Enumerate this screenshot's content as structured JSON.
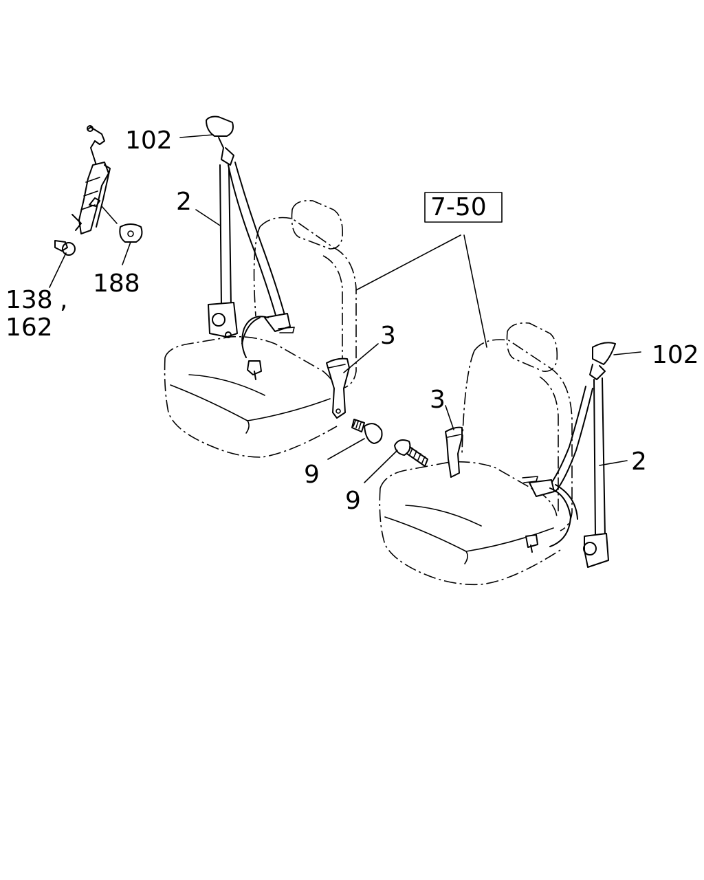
{
  "callouts": {
    "c102_left": "102",
    "c2_left": "2",
    "c138": "138",
    "c138_comma": ",",
    "c162": "162",
    "c188": "188",
    "c7_50": "7-50",
    "c3_left": "3",
    "c3_right": "3",
    "c9_left": "9",
    "c9_right": "9",
    "c102_right": "102",
    "c2_right": "2"
  }
}
